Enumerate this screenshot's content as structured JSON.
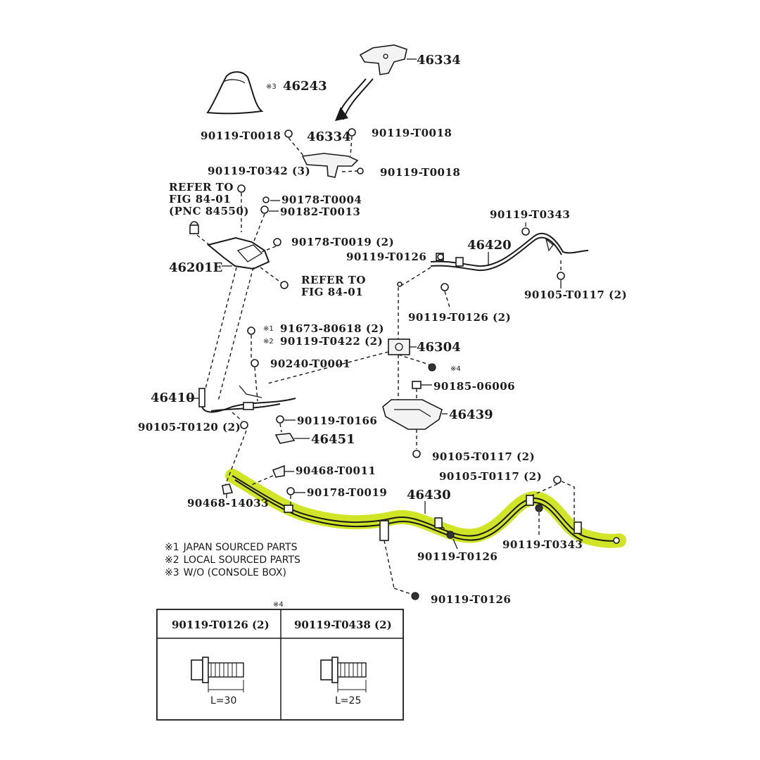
{
  "highlight_color": "#c8e000",
  "labels": {
    "p46334_top": "46334",
    "p46243": "46243",
    "p46243_mark": "※3",
    "t0018_left": "90119-T0018",
    "p46334_mid": "46334",
    "t0018_right": "90119-T0018",
    "t0342": "90119-T0342 (3)",
    "t0018_lower": "90119-T0018",
    "refer1_line1": "REFER TO",
    "refer1_line2": "FIG 84-01",
    "refer1_line3": "(PNC 84550)",
    "t0004": "90178-T0004",
    "t0013": "90182-T0013",
    "t0343_top": "90119-T0343",
    "t0019_2": "90178-T0019 (2)",
    "t0126_a": "90119-T0126",
    "p46420": "46420",
    "p46201e": "46201E",
    "refer2_line1": "REFER TO",
    "refer2_line2": "FIG 84-01",
    "t0117_2a": "90105-T0117 (2)",
    "t0126_2": "90119-T0126 (2)",
    "n80618_mark": "※1",
    "n80618": "91673-80618 (2)",
    "t0422_mark": "※2",
    "t0422": "90119-T0422 (2)",
    "p46304": "46304",
    "bolt_mark4": "※4",
    "t0001": "90240-T0001",
    "n06006": "90185-06006",
    "p46410": "46410",
    "p46439": "46439",
    "t0120": "90105-T0120 (2)",
    "t0166": "90119-T0166",
    "p46451": "46451",
    "t0117_2b": "90105-T0117 (2)",
    "t0011": "90468-T0011",
    "t0117_2c": "90105-T0117 (2)",
    "t0019": "90178-T0019",
    "p46430": "46430",
    "n14033": "90468-14033",
    "t0343_bottom": "90119-T0343",
    "t0126_b": "90119-T0126",
    "t0126_c": "90119-T0126"
  },
  "notes": [
    {
      "mark": "※1",
      "text": "JAPAN SOURCED PARTS"
    },
    {
      "mark": "※2",
      "text": "LOCAL SOURCED PARTS"
    },
    {
      "mark": "※3",
      "text": "W/O (CONSOLE BOX)"
    }
  ],
  "bolt_table": {
    "title": "※4",
    "columns": [
      {
        "part": "90119-T0126 (2)",
        "length": "L=30"
      },
      {
        "part": "90119-T0438 (2)",
        "length": "L=25"
      }
    ]
  }
}
